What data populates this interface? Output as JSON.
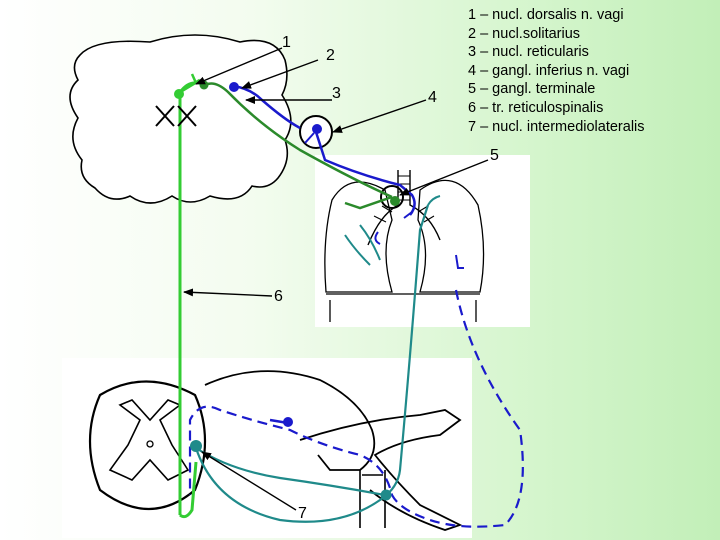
{
  "labels": {
    "n1": "1",
    "n2": "2",
    "n3": "3",
    "n4": "4",
    "n5": "5",
    "n6": "6",
    "n7": "7"
  },
  "legend": [
    "1 – nucl. dorsalis n. vagi",
    "2 – nucl.solitarius",
    "3 – nucl. reticularis",
    "4 – gangl. inferius n. vagi",
    "5 – gangl. terminale",
    "6 – tr. reticulospinalis",
    "7 – nucl. intermediolateralis"
  ],
  "colors": {
    "light_green": "#33cc33",
    "dark_green": "#2b8a2b",
    "blue": "#1a1acc",
    "teal": "#1f8a8a",
    "outline": "#000000"
  }
}
